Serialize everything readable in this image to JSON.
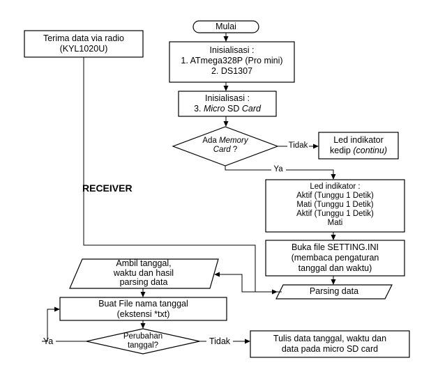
{
  "nodes": {
    "start": {
      "text": "Mulai"
    },
    "receive_radio": {
      "line1": "Terima data via radio",
      "line2": "(KYL1020U)"
    },
    "init1": {
      "line1": "Inisialisasi :",
      "line2": "1. ATmega328P (Pro mini)",
      "line3": "2. DS1307"
    },
    "init2": {
      "line1": "Inisialisasi :",
      "line2_prefix": "3. ",
      "line2_italic": "Micro",
      "line2_middle": " SD ",
      "line2_italic2": "Card"
    },
    "memcard_decision": {
      "line1_prefix": "Ada ",
      "line1_italic": "Memory",
      "line2_italic": "Card",
      "line2_suffix": " ?"
    },
    "led_blink": {
      "line1": "Led indikator",
      "line2_prefix": "kedip ",
      "line2_italic": "(continu)"
    },
    "led_sequence": {
      "line1": "Led indikator :",
      "line2": "Aktif (Tunggu 1 Detik)",
      "line3": "Mati (Tunggu 1 Detik)",
      "line4": "Aktif (Tunggu 1 Detik)",
      "line5": "Mati"
    },
    "open_settings": {
      "line1": "Buka file SETTING.INI",
      "line2": "(membaca pengaturan",
      "line3": "tanggal dan waktu)"
    },
    "parsing": {
      "text": "Parsing data"
    },
    "get_date": {
      "line1": "Ambil tanggal,",
      "line2": "waktu dan hasil",
      "line3": "parsing data"
    },
    "make_file": {
      "line1": "Buat File nama tanggal",
      "line2": "(ekstensi *txt)"
    },
    "date_changed": {
      "line1": "Perubahan",
      "line2": "tanggal?"
    },
    "write_sd": {
      "line1": "Tulis data tanggal, waktu dan",
      "line2": "data pada micro SD card"
    }
  },
  "edge_labels": {
    "tidak_1": "Tidak",
    "ya_1": "Ya",
    "ya_2": "Ya",
    "tidak_2": "Tidak"
  },
  "section_label": "RECEIVER",
  "colors": {
    "line": "#000000",
    "fill": "#ffffff"
  }
}
